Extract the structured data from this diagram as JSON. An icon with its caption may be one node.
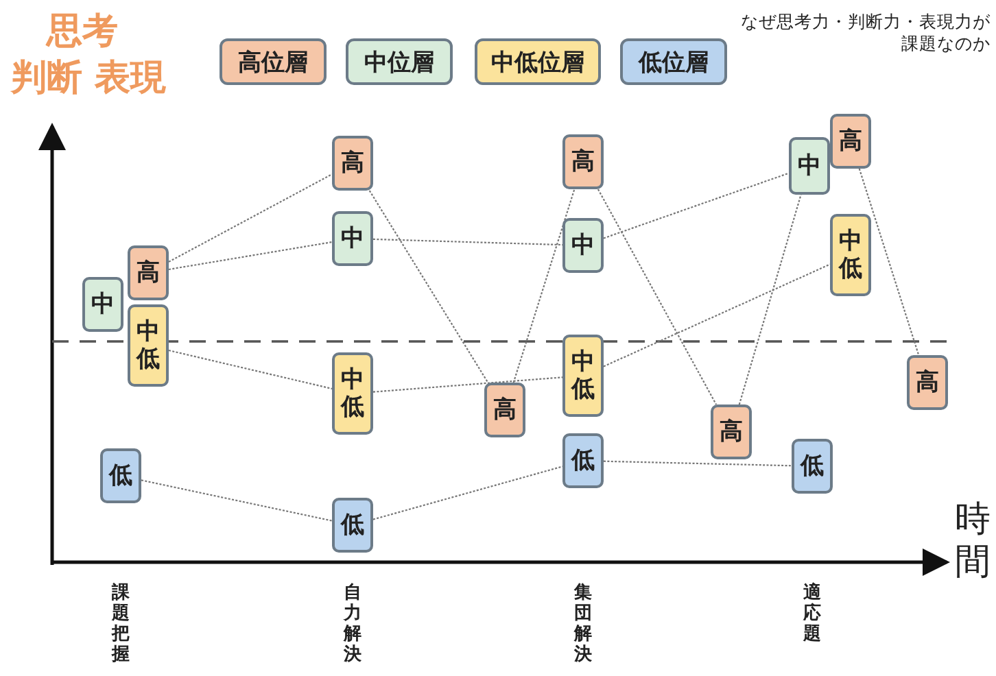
{
  "diagram": {
    "nodes": [
      {
        "text": [
          "中"
        ]
      },
      {
        "text": [
          "高"
        ]
      },
      {
        "text": [
          "中低"
        ]
      },
      {
        "text": [
          "低"
        ]
      },
      {
        "text": [
          "高"
        ]
      },
      {
        "text": [
          "中"
        ]
      },
      {
        "text": [
          "中低"
        ]
      },
      {
        "text": [
          "低"
        ]
      },
      {
        "text": [
          "高"
        ]
      },
      {
        "text": [
          "高"
        ]
      },
      {
        "text": [
          "中"
        ]
      },
      {
        "text": [
          "中低"
        ]
      },
      {
        "text": [
          "低"
        ]
      },
      {
        "text": [
          "高"
        ]
      },
      {
        "text": [
          "中"
        ]
      },
      {
        "text": [
          "高"
        ]
      },
      {
        "text": [
          "中低"
        ]
      },
      {
        "text": [
          "低"
        ]
      },
      {
        "text": [
          "高"
        ]
      }
    ],
    "edges": [
      {
        "from": 1,
        "to": 4,
        "arrow": "none"
      },
      {
        "from": 1,
        "to": 5,
        "arrow": "none"
      },
      {
        "from": 2,
        "to": 6,
        "arrow": "none"
      },
      {
        "from": 3,
        "to": 7,
        "arrow": "none"
      },
      {
        "from": 4,
        "to": 8,
        "arrow": "none"
      },
      {
        "from": 5,
        "to": 10,
        "arrow": "none"
      },
      {
        "from": 6,
        "to": 11,
        "arrow": "none"
      },
      {
        "from": 7,
        "to": 12,
        "arrow": "none"
      },
      {
        "from": 8,
        "to": 9,
        "arrow": "none"
      },
      {
        "from": 9,
        "to": 13,
        "arrow": "none"
      },
      {
        "from": 10,
        "to": 14,
        "arrow": "none"
      },
      {
        "from": 11,
        "to": 16,
        "arrow": "none"
      },
      {
        "from": 12,
        "to": 17,
        "arrow": "none"
      },
      {
        "from": 13,
        "to": 14,
        "arrow": "none"
      },
      {
        "from": 15,
        "to": 18,
        "arrow": "none"
      }
    ],
    "labels": [
      "思考",
      "判断 表現",
      "なぜ思考力・判断力・表現力が課題なのか",
      "課題把握",
      "自力解決",
      "集団解決",
      "適応題",
      "時間"
    ],
    "legend": [
      {
        "text": "高位層",
        "color": "#f5c6a8"
      },
      {
        "text": "中位層",
        "color": "#d8ecdb"
      },
      {
        "text": "中低位層",
        "color": "#fbe39c"
      },
      {
        "text": "低位層",
        "color": "#b9d3ee"
      }
    ]
  }
}
